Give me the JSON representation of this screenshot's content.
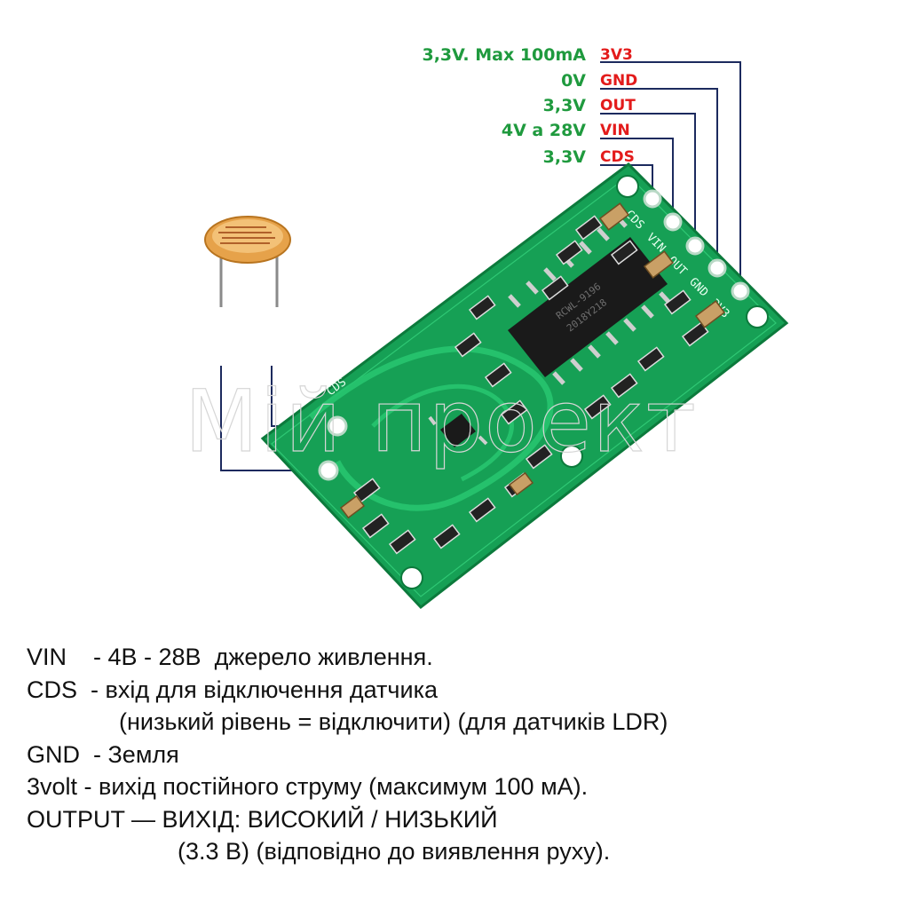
{
  "pins": [
    {
      "voltage": "3,3V. Max 100mA",
      "name": "3V3"
    },
    {
      "voltage": "0V",
      "name": "GND"
    },
    {
      "voltage": "3,3V",
      "name": "OUT"
    },
    {
      "voltage": "4V a 28V",
      "name": "VIN"
    },
    {
      "voltage": "3,3V",
      "name": "CDS"
    }
  ],
  "board": {
    "cds_label": "CDS",
    "edge_labels": [
      "CDS",
      "VIN",
      "OUT",
      "GND",
      "3V3"
    ],
    "chip_text_1": "RCWL-9196",
    "chip_text_2": "2018Y218"
  },
  "watermark": "Mій проект",
  "colors": {
    "voltage_green": "#1f9a3e",
    "pin_red": "#e31b1b",
    "pcb_green": "#16a055",
    "wire_navy": "#1c2a5e"
  },
  "description": [
    "VIN    - 4В - 28В  джерело живлення.",
    "CDS  - вхід для відключення датчика",
    "(низький рівень = відключити) (для датчиків LDR)",
    "GND  - Земля",
    "3volt - вихід постійного струму (максимум 100 мА).",
    "OUTPUT — ВИХІД: ВИСОКИЙ / НИЗЬКИЙ",
    "(3.3 В) (відповідно до виявлення руху)."
  ]
}
